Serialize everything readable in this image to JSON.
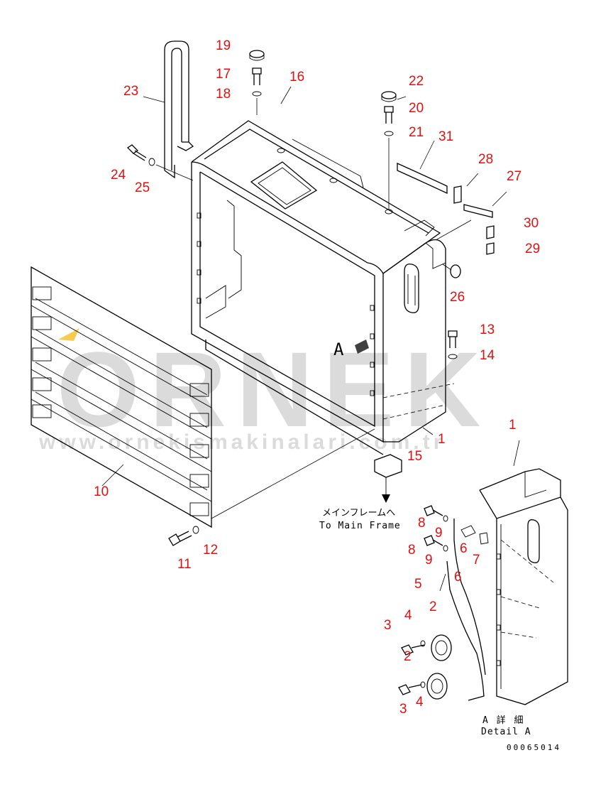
{
  "watermark": {
    "logo_text": "ORNEK",
    "url_text": "www.ornekismakinalari.com.tr",
    "accent_color": "#f2b705"
  },
  "annotations": {
    "to_main_frame_jp": "メインフレームへ",
    "to_main_frame_en": "To Main Frame",
    "detail_a_jp": "A 詳 細",
    "detail_a_en": "Detail A",
    "view_marker": "A",
    "drawing_number": "00065014"
  },
  "callouts": {
    "c1_main": "1",
    "c1_detail": "1",
    "c2_top": "2",
    "c2_bottom": "2",
    "c3_top": "3",
    "c3_bottom": "3",
    "c4_top": "4",
    "c4_bottom": "4",
    "c5": "5",
    "c6_top": "6",
    "c6_bottom": "6",
    "c7": "7",
    "c8_top": "8",
    "c8_bottom": "8",
    "c9_top": "9",
    "c9_bottom": "9",
    "c10": "10",
    "c11": "11",
    "c12": "12",
    "c13": "13",
    "c14": "14",
    "c15": "15",
    "c16": "16",
    "c17": "17",
    "c18": "18",
    "c19": "19",
    "c20": "20",
    "c21": "21",
    "c22": "22",
    "c23": "23",
    "c24": "24",
    "c25": "25",
    "c26": "26",
    "c27": "27",
    "c28": "28",
    "c29": "29",
    "c30": "30",
    "c31": "31"
  },
  "colors": {
    "callout": "#e01010",
    "line": "#000000",
    "watermark": "#cfcfcf"
  }
}
